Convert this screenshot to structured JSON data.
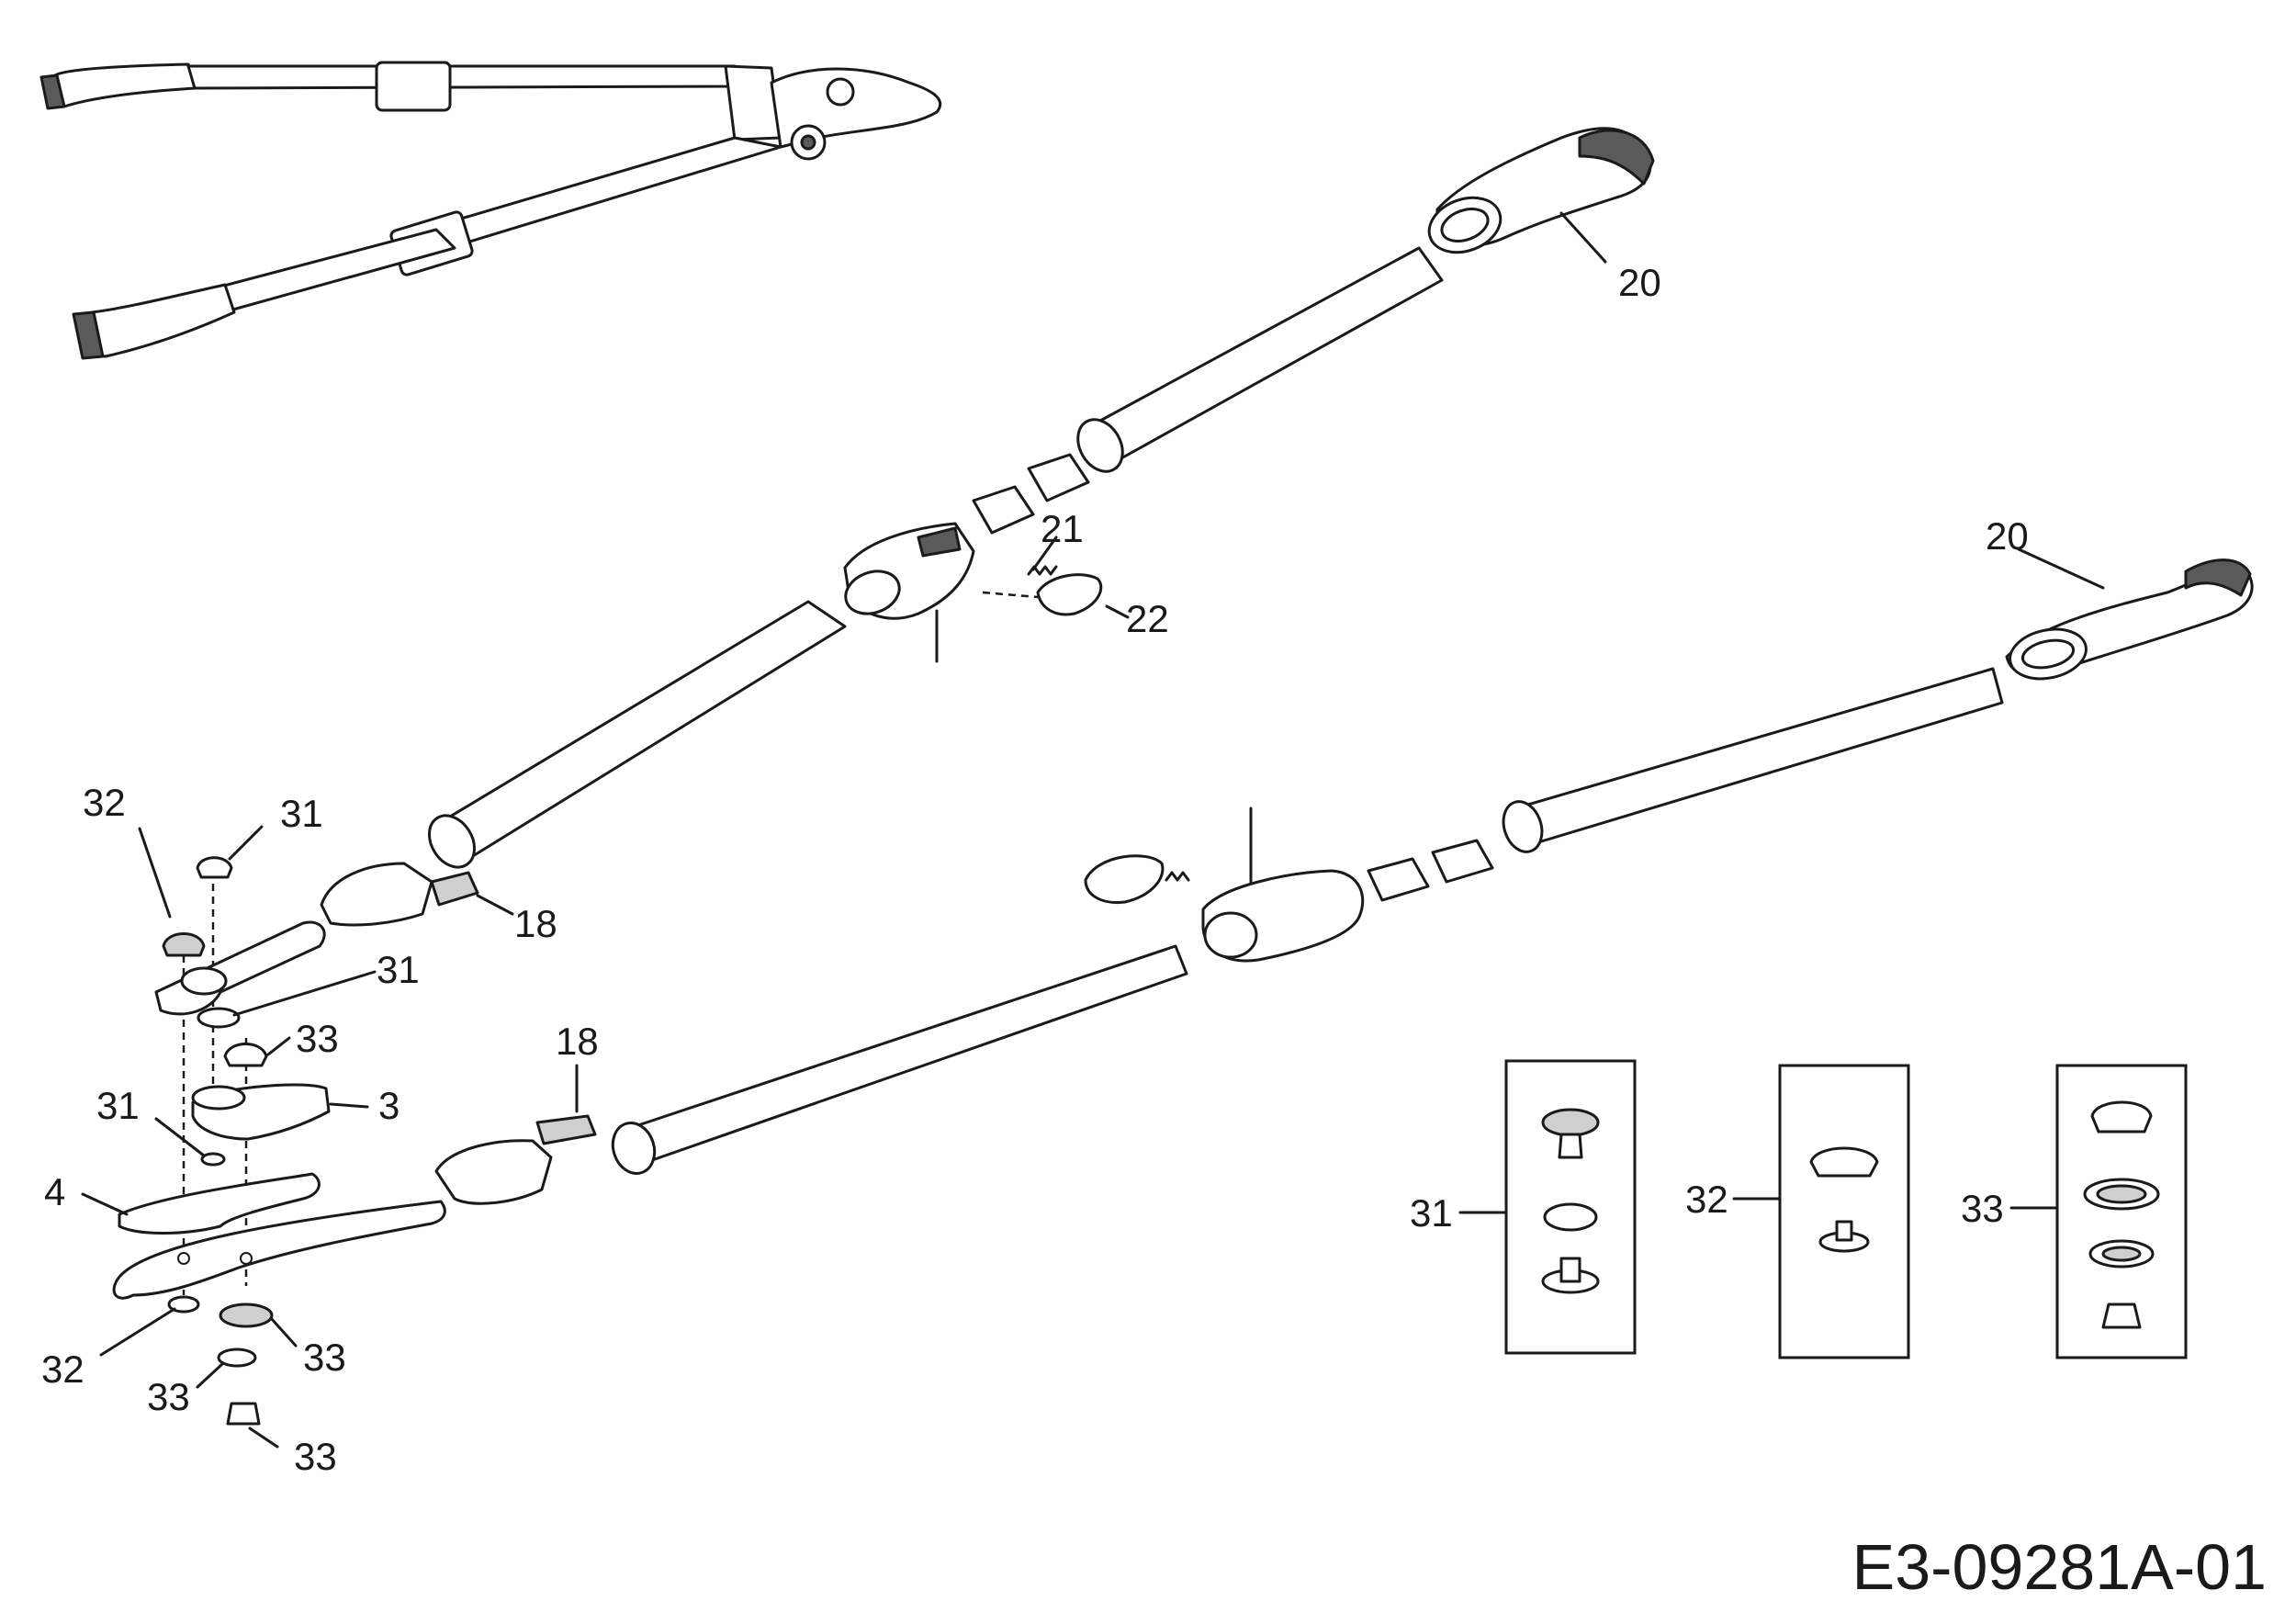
{
  "drawing_id": "E3-09281A-01",
  "callouts": {
    "c20_upper": "20",
    "c20_lower": "20",
    "c21": "21",
    "c22": "22",
    "c18_upper": "18",
    "c18_lower": "18",
    "c32_top": "32",
    "c31_top": "31",
    "c31_mid": "31",
    "c33_mid": "33",
    "c3": "3",
    "c31_left": "31",
    "c4": "4",
    "c32_bottom": "32",
    "c33_right": "33",
    "c33_left": "33",
    "c33_bottom": "33"
  },
  "detail_boxes": [
    {
      "label": "31"
    },
    {
      "label": "32"
    },
    {
      "label": "33"
    }
  ]
}
